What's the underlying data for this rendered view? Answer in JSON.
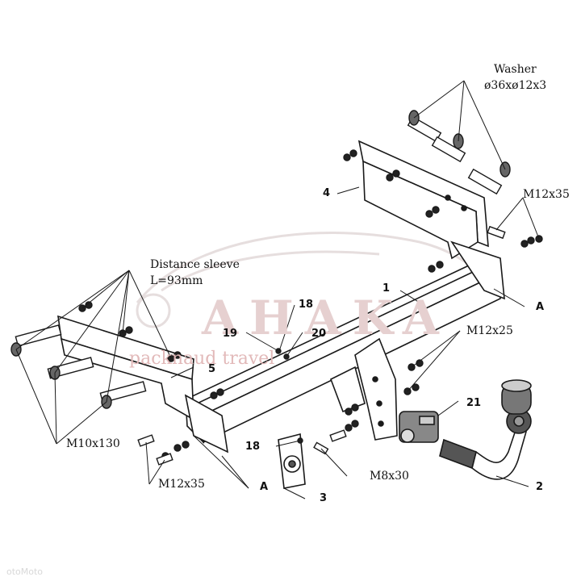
{
  "labels": {
    "washer": "Washer",
    "washer_size": "ø36xø12x3",
    "m12x35_top": "M12x35",
    "part_4": "4",
    "distance_sleeve": "Distance sleeve",
    "distance_sleeve_len": "L=93mm",
    "part_1": "1",
    "a_right": "A",
    "part_18_top": "18",
    "part_19": "19",
    "part_20": "20",
    "m12x25": "M12x25",
    "part_5": "5",
    "part_21": "21",
    "m10x130": "M10x130",
    "part_18_bottom": "18",
    "m8x30": "M8x30",
    "m12x35_bottom": "M12x35",
    "a_left": "A",
    "part_3": "3",
    "part_2": "2"
  },
  "watermark": {
    "brand": "AHAKA",
    "subtitle": "packnaud travel",
    "footer": "otoMoto"
  },
  "colors": {
    "line": "#1a1a1a",
    "watermark": "#c9a9a9",
    "shade": "#555555"
  }
}
